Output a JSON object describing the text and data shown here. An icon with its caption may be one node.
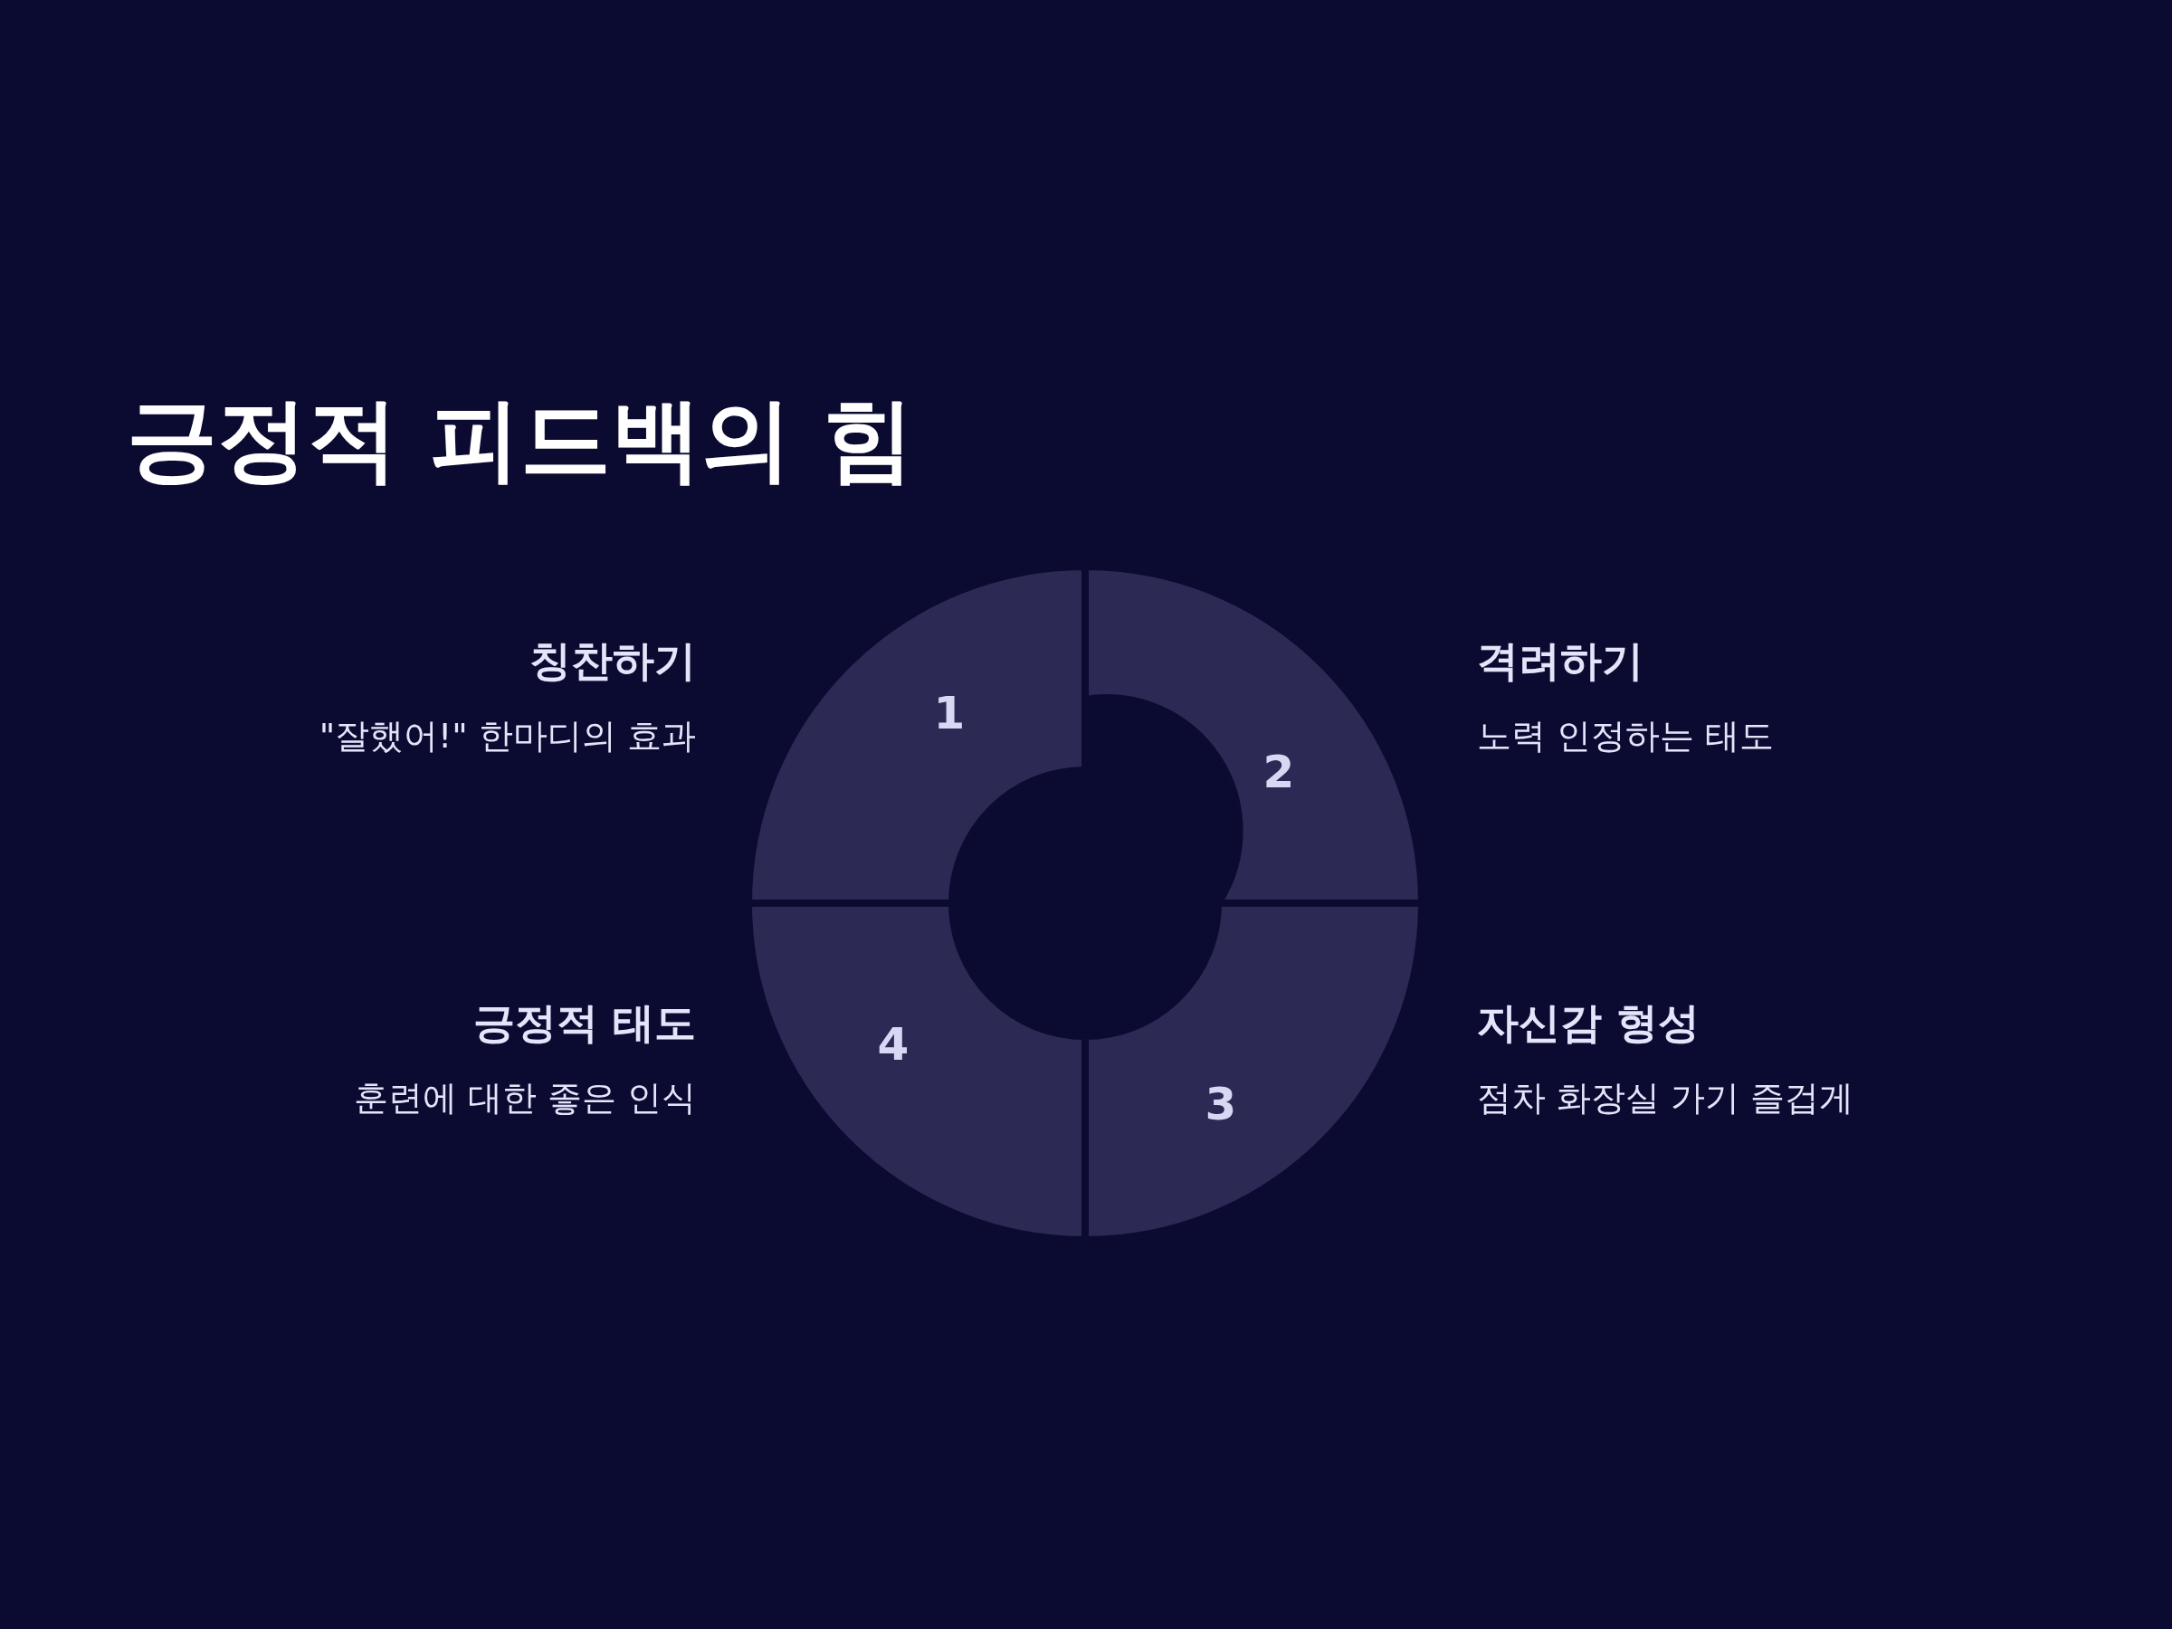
{
  "diagram": {
    "title": "긍정적 피드백의 힘",
    "nodes": [
      {
        "text": [
          "1"
        ],
        "beside": [
          "칭찬하기",
          "\"잘했어!\" 한마디의 효과"
        ]
      },
      {
        "text": [
          "2"
        ],
        "beside": [
          "격려하기",
          "노력 인정하는 태도"
        ]
      },
      {
        "text": [
          "3"
        ],
        "beside": [
          "자신감 형성",
          "점차 화장실 가기 즐겁게"
        ]
      },
      {
        "text": [
          "4"
        ],
        "beside": [
          "긍정적 태도",
          "훈련에 대한 좋은 인식"
        ]
      }
    ]
  }
}
